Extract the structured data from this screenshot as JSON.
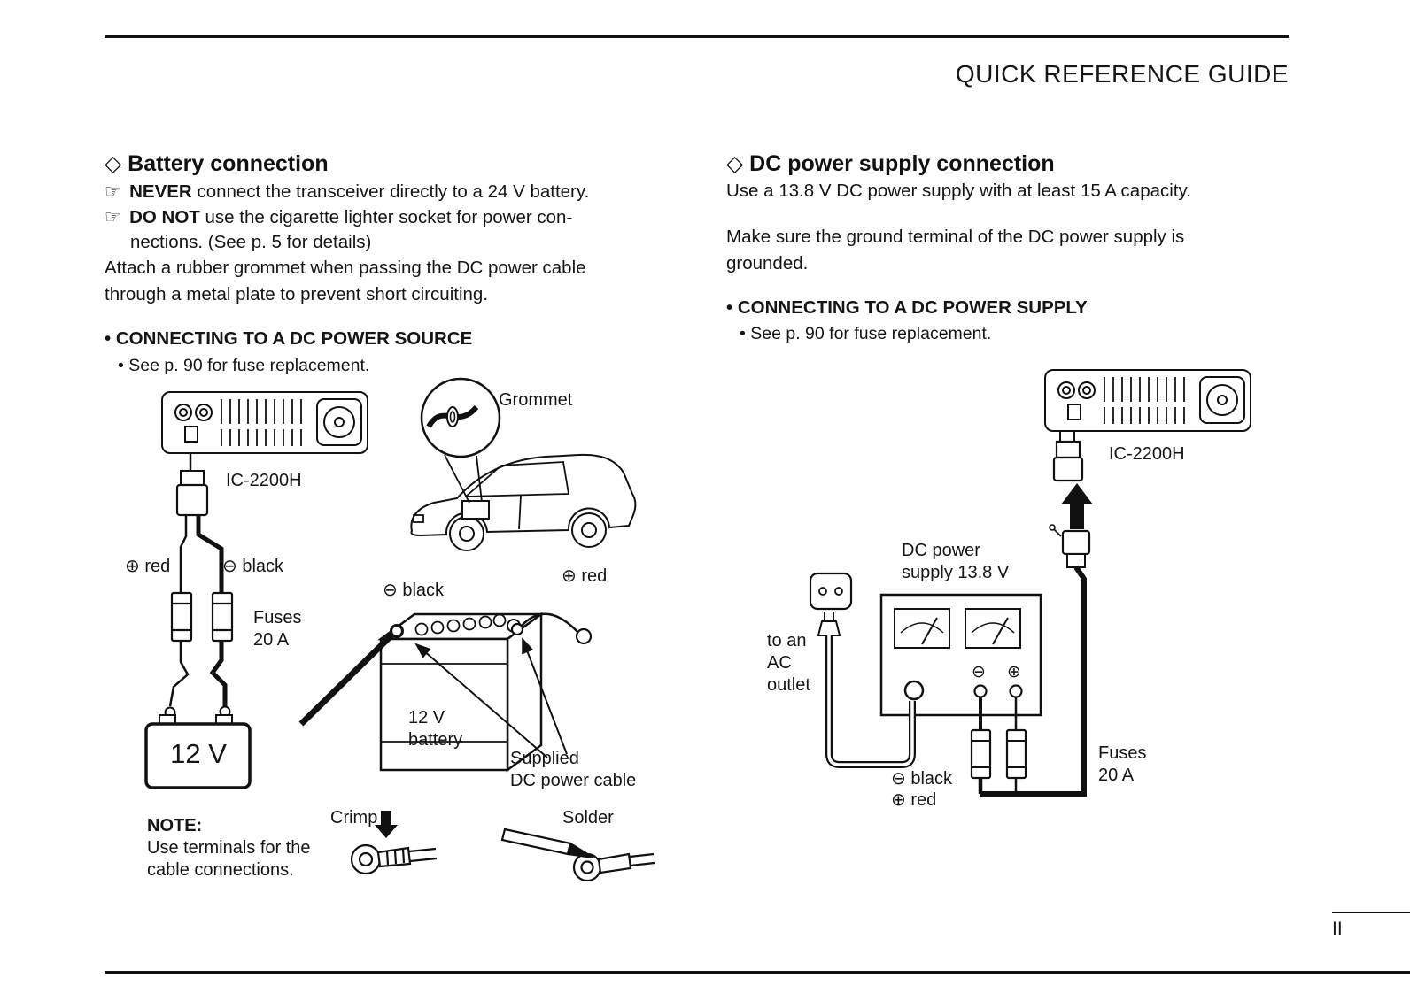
{
  "header": {
    "title": "QUICK REFERENCE GUIDE"
  },
  "footer": {
    "page_number": "II"
  },
  "battery": {
    "heading": "◇ Battery connection",
    "warn1_icon": "☞",
    "warn1_bold": "NEVER",
    "warn1_text": "connect the transceiver directly to a 24 V battery.",
    "warn2_icon": "☞",
    "warn2_bold": "DO NOT",
    "warn2_text": "use the cigarette lighter socket for power con-",
    "warn2_cont": "nections. (See p. 5 for details)",
    "para1": "Attach a rubber grommet when passing the DC power cable",
    "para2": "through a metal plate to prevent short circuiting.",
    "bullet": "• CONNECTING TO A DC POWER SOURCE",
    "subbullet": "• See p. 90 for fuse replacement.",
    "labels": {
      "grommet": "Grommet",
      "radio": "IC-2200H",
      "plus_red": "⊕ red",
      "minus_black": "⊖ black",
      "fuses1": "Fuses",
      "fuses2": "20 A",
      "bat_minus": "⊖ black",
      "bat_plus": "⊕ red",
      "twelve_v": "12 V",
      "bat1": "12 V",
      "bat2": "battery",
      "supplied1": "Supplied",
      "supplied2": "DC power cable",
      "crimp": "Crimp",
      "solder": "Solder",
      "note_title": "NOTE:",
      "note1": "Use terminals for the",
      "note2": "cable connections."
    }
  },
  "dc": {
    "heading": "◇ DC power supply connection",
    "intro": "Use a 13.8 V DC power supply with at least 15 A capacity.",
    "para1": "Make sure the ground terminal of the DC power supply is",
    "para2": "grounded.",
    "bullet": "• CONNECTING TO A DC POWER SUPPLY",
    "subbullet": "• See p. 90 for fuse replacement.",
    "labels": {
      "radio": "IC-2200H",
      "supply1": "DC power",
      "supply2": "supply 13.8 V",
      "outlet1": "to an",
      "outlet2": "AC",
      "outlet3": "outlet",
      "tminus": "⊖",
      "tplus": "⊕",
      "minus_black": "⊖ black",
      "plus_red": "⊕ red",
      "fuses1": "Fuses",
      "fuses2": "20 A"
    }
  }
}
